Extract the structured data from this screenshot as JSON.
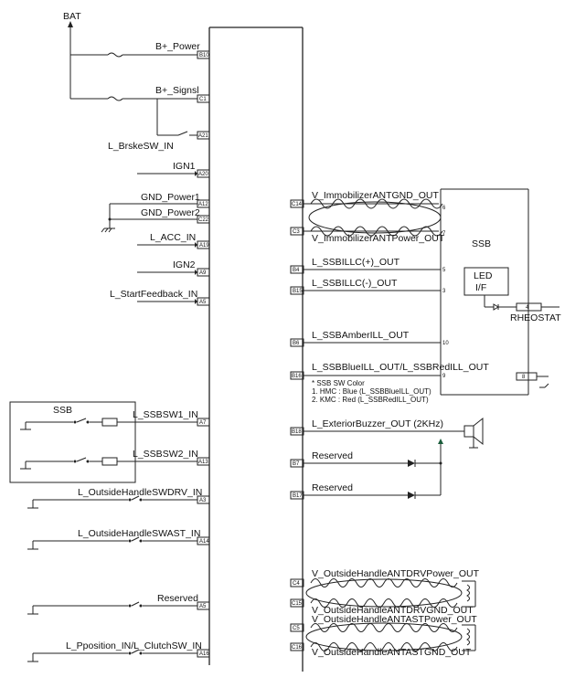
{
  "bat_label": "BAT",
  "left_signals": [
    {
      "label": "B+_Power",
      "pin": "B10"
    },
    {
      "label": "B+_Signsl",
      "pin": "C1"
    },
    {
      "label": "L_BrskeSW_IN",
      "pin": "A21"
    },
    {
      "label": "IGN1",
      "pin": "A20"
    },
    {
      "label": "GND_Power1",
      "pin": "A12"
    },
    {
      "label": "GND_Power2",
      "pin": "C22"
    },
    {
      "label": "L_ACC_IN",
      "pin": "A19"
    },
    {
      "label": "IGN2",
      "pin": "A9"
    },
    {
      "label": "L_StartFeedback_IN",
      "pin": "A5"
    },
    {
      "label": "L_SSBSW1_IN",
      "pin": "A7"
    },
    {
      "label": "L_SSBSW2_IN",
      "pin": "A13"
    },
    {
      "label": "L_OutsideHandleSWDRV_IN",
      "pin": "A3"
    },
    {
      "label": "L_OutsideHandleSWAST_IN",
      "pin": "A14"
    },
    {
      "label": "Reserved",
      "pin": "A5"
    },
    {
      "label": "L_Pposition_IN/L_ClutchSW_IN",
      "pin": "A16"
    }
  ],
  "ssb_switch_box_label": "SSB",
  "right_signals": [
    {
      "label": "V_ImmobilizerANTGND_OUT",
      "pin": "C14"
    },
    {
      "label": "V_ImmobilizerANTPower_OUT",
      "pin": "C3"
    },
    {
      "label": "L_SSBILLC(+)_OUT",
      "pin": "B4"
    },
    {
      "label": "L_SSBILLC(-)_OUT",
      "pin": "B15"
    },
    {
      "label": "L_SSBAmberILL_OUT",
      "pin": "B6"
    },
    {
      "label": "L_SSBBlueILL_OUT/L_SSBRedILL_OUT",
      "pin": "B16"
    },
    {
      "label": "L_ExteriorBuzzer_OUT (2KHz)",
      "pin": "B18"
    },
    {
      "label": "Reserved",
      "pin": "B7"
    },
    {
      "label": "Reserved",
      "pin": "B17"
    },
    {
      "label": "V_OutsideHandleANTDRVPower_OUT",
      "pin": "C4"
    },
    {
      "label": "V_OutsideHandleANTDRVGND_OUT",
      "pin": "C15"
    },
    {
      "label": "V_OutsideHandleANTASTPower_OUT",
      "pin": "C5"
    },
    {
      "label": "V_OutsideHandleANTASTGND_OUT",
      "pin": "C16"
    }
  ],
  "ssb_module": {
    "label": "SSB",
    "led_label": "LED",
    "led_sublabel": "I/F",
    "rheostat_label": "RHEOSTAT",
    "pins": [
      "6",
      "7",
      "5",
      "3",
      "10",
      "9",
      "4",
      "8"
    ]
  },
  "ssb_color_note": {
    "title": "* SSB SW Color",
    "line1": "1. HMC : Blue (L_SSBBlueILL_OUT)",
    "line2": "2. KMC : Red (L_SSBRedILL_OUT)"
  }
}
